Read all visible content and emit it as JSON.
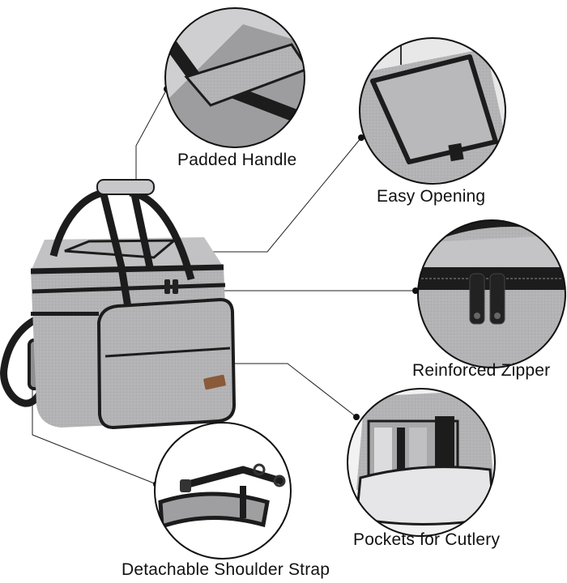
{
  "callouts": {
    "padded_handle": "Padded Handle",
    "easy_opening": "Easy Opening",
    "reinforced_zipper": "Reinforced Zipper",
    "pockets_for_cutlery": "Pockets for Cutlery",
    "detachable_shoulder_strap": "Detachable Shoulder Strap"
  },
  "colors": {
    "fabric": "#b3b3b5",
    "fabric_dark": "#9a9a9c",
    "trim": "#1c1c1c",
    "leader_line": "#222222",
    "circle_border": "#111111",
    "brand_tag": "#8a5a3a"
  }
}
